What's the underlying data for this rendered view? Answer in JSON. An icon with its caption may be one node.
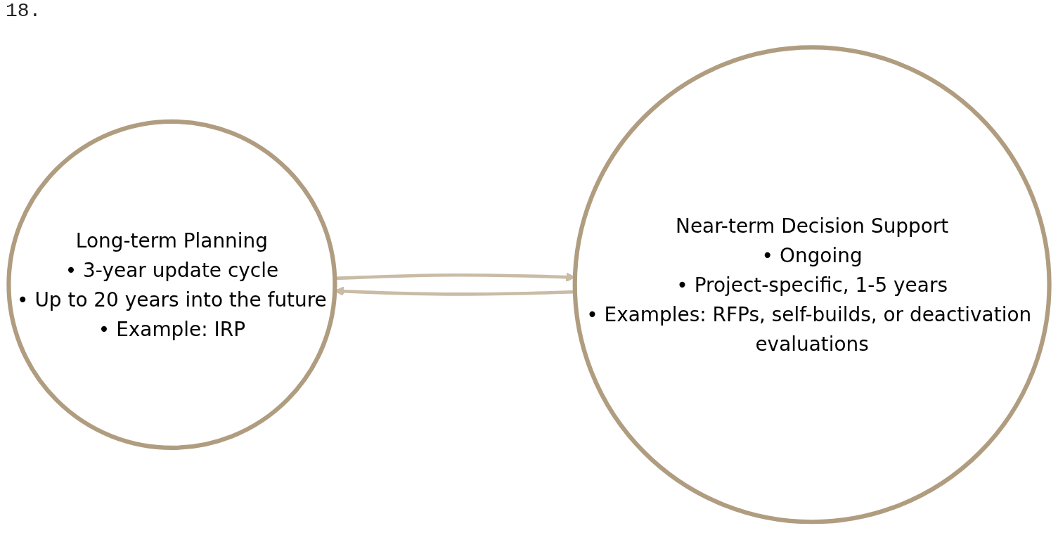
{
  "diagram": {
    "nodes": [
      {
        "text": [
          "Long-term Planning",
          "• 3-year update cycle",
          "• Up to 20 years into the future",
          "• Example: IRP"
        ]
      },
      {
        "text": [
          "Near-term Decision Support",
          "• Ongoing",
          "• Project-specific, 1-5 years",
          "• Examples: RFPs, self-builds, or deactivation evaluations"
        ]
      }
    ],
    "edges": [
      {
        "from": 0,
        "to": 1,
        "arrow": "to"
      },
      {
        "from": 1,
        "to": 0,
        "arrow": "to"
      }
    ],
    "labels": [
      "18."
    ]
  }
}
